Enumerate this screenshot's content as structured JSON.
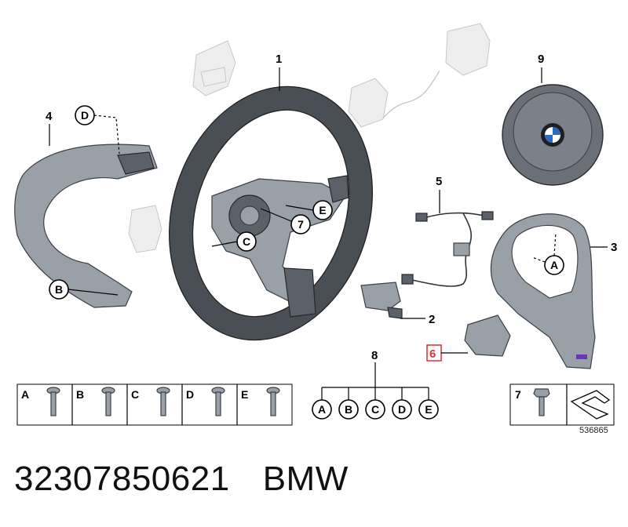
{
  "callouts": {
    "c1": "1",
    "c2": "2",
    "c3": "3",
    "c4": "4",
    "c5": "5",
    "c6": "6",
    "c7": "7",
    "c8": "8",
    "c9": "9"
  },
  "letters": {
    "A": "A",
    "B": "B",
    "C": "C",
    "D": "D",
    "E": "E"
  },
  "screw_legend": [
    "A",
    "B",
    "C",
    "D",
    "E"
  ],
  "group_8": [
    "A",
    "B",
    "C",
    "D",
    "E"
  ],
  "legend_7": "7",
  "drawing_number": "536865",
  "part_number": "32307850621",
  "brand": "BMW",
  "highlight_color": "#e02020"
}
